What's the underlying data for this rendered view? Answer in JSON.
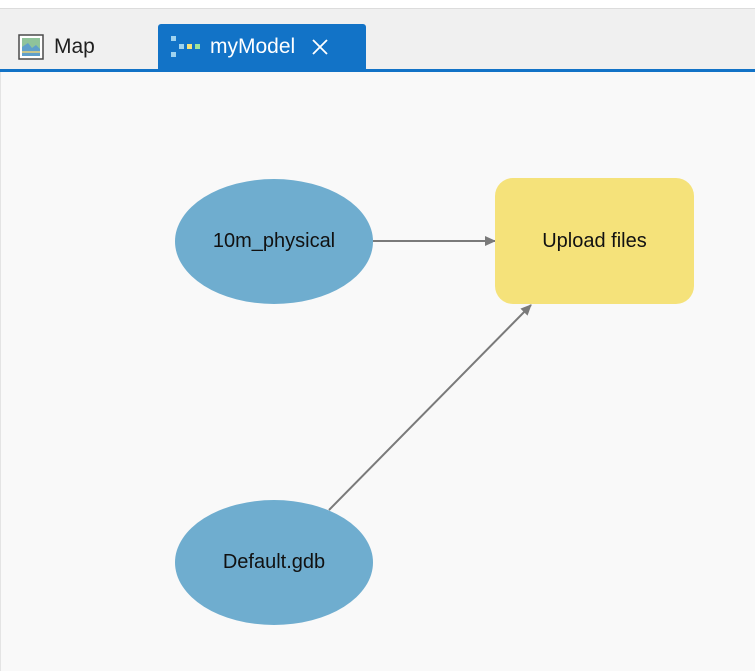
{
  "tabs": [
    {
      "label": "Map",
      "icon": "map-icon",
      "active": false
    },
    {
      "label": "myModel",
      "icon": "model-icon",
      "active": true,
      "closable": true
    }
  ],
  "model": {
    "nodes": {
      "physical": {
        "label": "10m_physical",
        "kind": "data",
        "shape": "ellipse",
        "color": "#6fadcf"
      },
      "gdb": {
        "label": "Default.gdb",
        "kind": "data",
        "shape": "ellipse",
        "color": "#6fadcf"
      },
      "upload": {
        "label": "Upload files",
        "kind": "tool",
        "shape": "rounded-rectangle",
        "color": "#f5e27a"
      }
    },
    "connections": [
      {
        "from": "physical",
        "to": "upload"
      },
      {
        "from": "gdb",
        "to": "upload"
      }
    ]
  },
  "colors": {
    "accent": "#1273c7",
    "connector": "#7a7a7a",
    "canvas_background": "#f9f9f9"
  }
}
